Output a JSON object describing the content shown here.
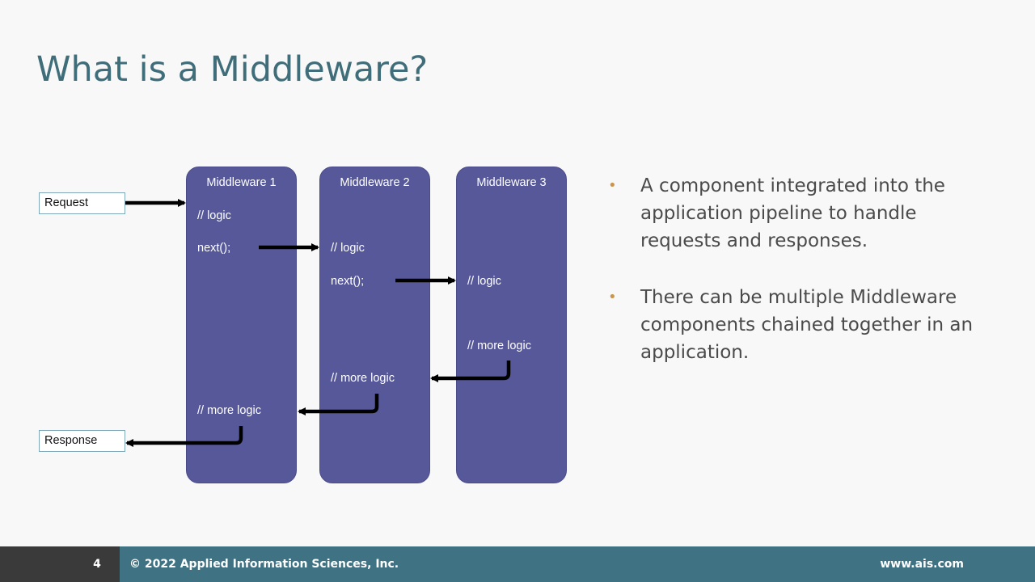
{
  "slide": {
    "title": "What is a Middleware?"
  },
  "diagram": {
    "request_label": "Request",
    "response_label": "Response",
    "middlewares": [
      {
        "title": "Middleware 1",
        "logic": "// logic",
        "next": "next();",
        "more_logic": "// more logic"
      },
      {
        "title": "Middleware 2",
        "logic": "// logic",
        "next": "next();",
        "more_logic": "// more logic"
      },
      {
        "title": "Middleware 3",
        "logic": "// logic",
        "more_logic": "// more logic"
      }
    ]
  },
  "bullets": [
    "A component integrated into the application pipeline to handle requests and responses.",
    "There can be multiple Middleware components chained together in an application."
  ],
  "footer": {
    "page_number": "4",
    "copyright": "© 2022 Applied Information Sciences, Inc.",
    "website": "www.ais.com"
  },
  "colors": {
    "title": "#3f6e7a",
    "middleware_box": "#56589a",
    "bullet_marker": "#c8964e",
    "footer_bar": "#3f7282",
    "footer_page_block": "#3a3a3a"
  }
}
